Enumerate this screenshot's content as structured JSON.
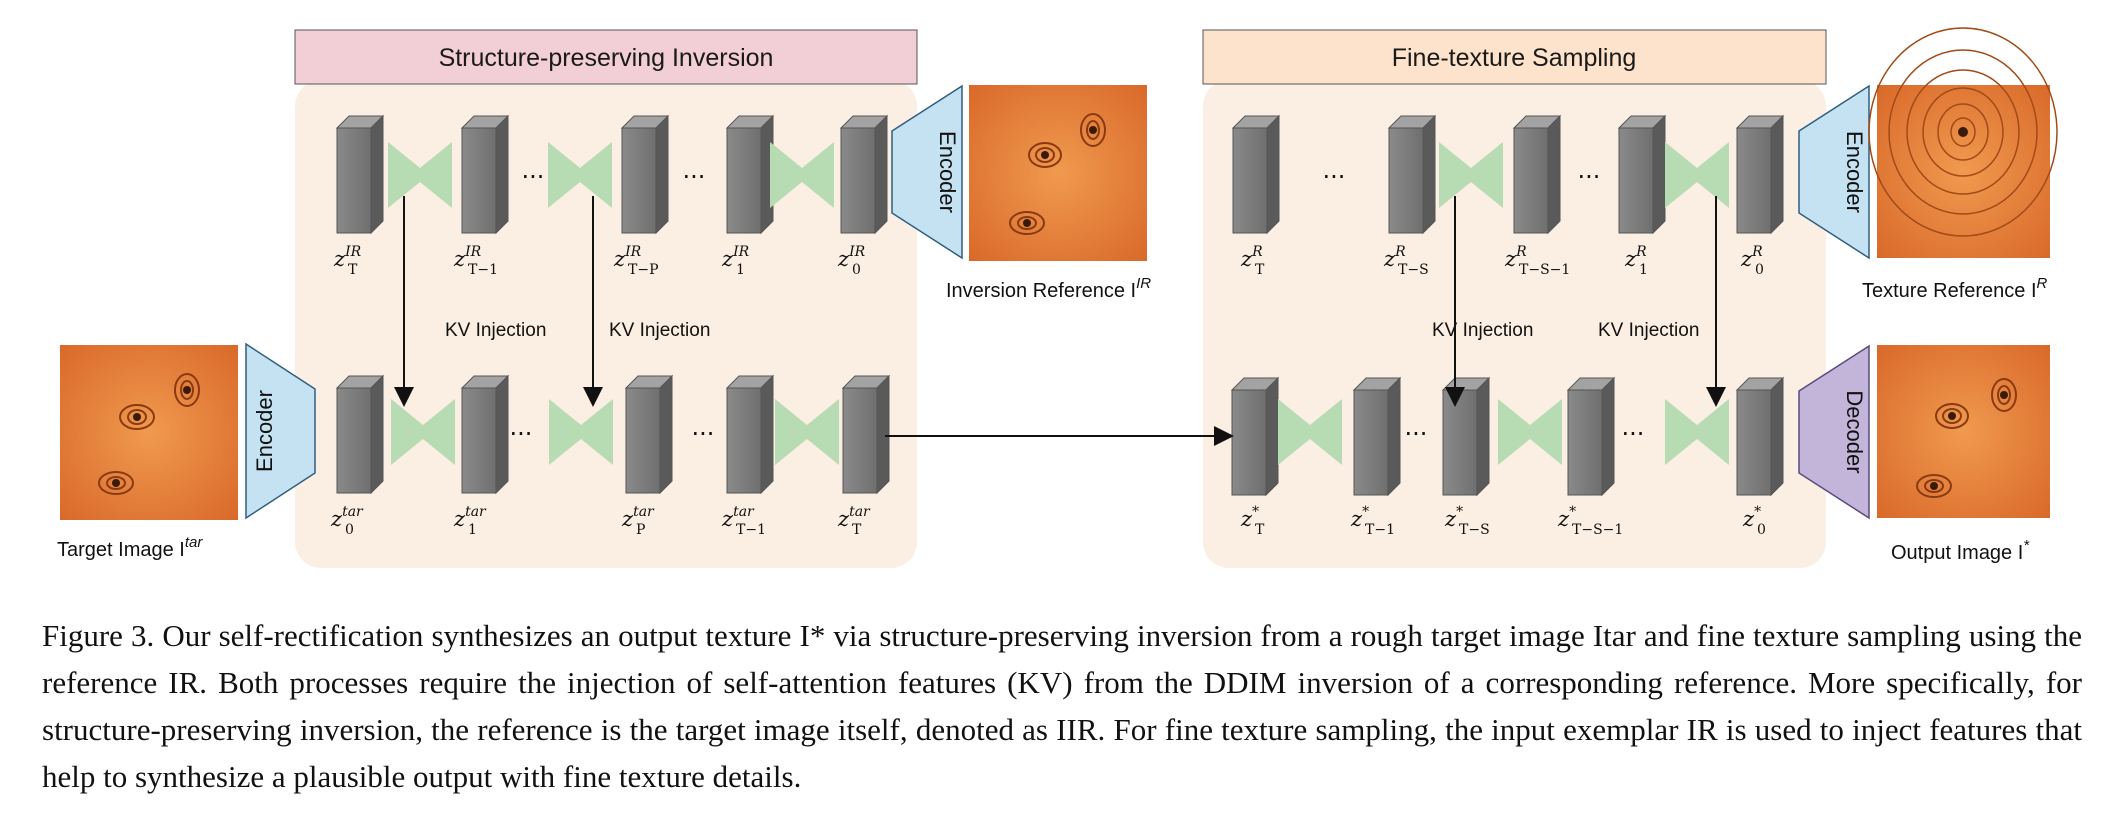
{
  "panels": {
    "left_title": "Structure-preserving Inversion",
    "right_title": "Fine-texture Sampling"
  },
  "encoders": {
    "encoder_label": "Encoder",
    "decoder_label": "Decoder"
  },
  "kv_label": "KV Injection",
  "ellipsis": "···",
  "images": {
    "target": "Target Image I",
    "target_sup": "tar",
    "inversion_ref": "Inversion Reference I",
    "inversion_ref_sup": "IR",
    "texture_ref": "Texture Reference I",
    "texture_ref_sup": "R",
    "output": "Output Image I",
    "output_sup": "*"
  },
  "latents": {
    "left_top": [
      {
        "base": "z",
        "sup": "IR",
        "sub": "T"
      },
      {
        "base": "z",
        "sup": "IR",
        "sub": "T−1"
      },
      {
        "base": "z",
        "sup": "IR",
        "sub": "T−P"
      },
      {
        "base": "z",
        "sup": "IR",
        "sub": "1"
      },
      {
        "base": "z",
        "sup": "IR",
        "sub": "0"
      }
    ],
    "left_bottom": [
      {
        "base": "z",
        "sup": "tar",
        "sub": "0"
      },
      {
        "base": "z",
        "sup": "tar",
        "sub": "1"
      },
      {
        "base": "z",
        "sup": "tar",
        "sub": "P"
      },
      {
        "base": "z",
        "sup": "tar",
        "sub": "T−1"
      },
      {
        "base": "z",
        "sup": "tar",
        "sub": "T"
      }
    ],
    "right_top": [
      {
        "base": "z",
        "sup": "R",
        "sub": "T"
      },
      {
        "base": "z",
        "sup": "R",
        "sub": "T−S"
      },
      {
        "base": "z",
        "sup": "R",
        "sub": "T−S−1"
      },
      {
        "base": "z",
        "sup": "R",
        "sub": "1"
      },
      {
        "base": "z",
        "sup": "R",
        "sub": "0"
      }
    ],
    "right_bottom": [
      {
        "base": "z",
        "sup": "*",
        "sub": "T"
      },
      {
        "base": "z",
        "sup": "*",
        "sub": "T−1"
      },
      {
        "base": "z",
        "sup": "*",
        "sub": "T−S"
      },
      {
        "base": "z",
        "sup": "*",
        "sub": "T−S−1"
      },
      {
        "base": "z",
        "sup": "*",
        "sub": "0"
      }
    ]
  },
  "caption": "Figure 3. Our self-rectification synthesizes an output texture I* via structure-preserving inversion from a rough target image Itar and fine texture sampling using the reference IR. Both processes require the injection of self-attention features (KV) from the DDIM inversion of a corresponding reference. More specifically, for structure-preserving inversion, the reference is the target image itself, denoted as IIR. For fine texture sampling, the input exemplar IR is used to inject features that help to synthesize a plausible output with fine texture details.",
  "colors": {
    "panel_bg": "#fbeee2",
    "left_title_bg": "#f2cfd6",
    "right_title_bg": "#fde3cb",
    "block_gray": "#7f7f7f",
    "unet_green": "#b7dcb3",
    "encoder_blue": "#c5e2f2",
    "decoder_purple": "#c3b5d9",
    "texture_orange": "#e8823a"
  }
}
